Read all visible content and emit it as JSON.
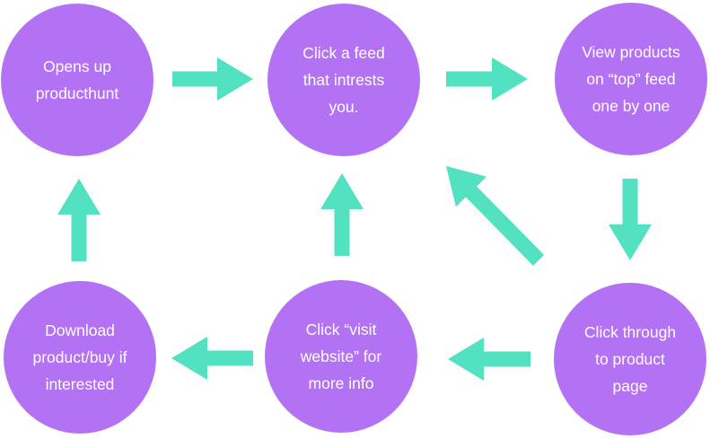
{
  "colors": {
    "node_fill": "#B372F3",
    "arrow_fill": "#52E2C1",
    "text": "#FFFFFF",
    "background": "#FFFFFF"
  },
  "nodes": [
    {
      "id": "opens-producthunt",
      "lines": [
        "Opens up",
        "producthunt"
      ]
    },
    {
      "id": "click-feed",
      "lines": [
        "Click a feed",
        "that intrests",
        "you."
      ]
    },
    {
      "id": "view-products",
      "lines": [
        "View products",
        "on “top” feed",
        "one by one"
      ]
    },
    {
      "id": "click-through",
      "lines": [
        "Click through",
        "to product",
        "page"
      ]
    },
    {
      "id": "click-visit-website",
      "lines": [
        "Click “visit",
        "website” for",
        "more info"
      ]
    },
    {
      "id": "download-buy",
      "lines": [
        "Download",
        "product/buy if",
        "interested"
      ]
    }
  ],
  "edges": [
    {
      "id": "open-to-feed",
      "from": "opens-producthunt",
      "to": "click-feed"
    },
    {
      "id": "feed-to-view",
      "from": "click-feed",
      "to": "view-products"
    },
    {
      "id": "view-to-clickthrough",
      "from": "view-products",
      "to": "click-through"
    },
    {
      "id": "clickthrough-to-feed",
      "from": "click-through",
      "to": "click-feed"
    },
    {
      "id": "clickthrough-to-visit",
      "from": "click-through",
      "to": "click-visit-website"
    },
    {
      "id": "visit-to-feed",
      "from": "click-visit-website",
      "to": "click-feed"
    },
    {
      "id": "visit-to-download",
      "from": "click-visit-website",
      "to": "download-buy"
    },
    {
      "id": "download-to-open",
      "from": "download-buy",
      "to": "opens-producthunt"
    }
  ]
}
